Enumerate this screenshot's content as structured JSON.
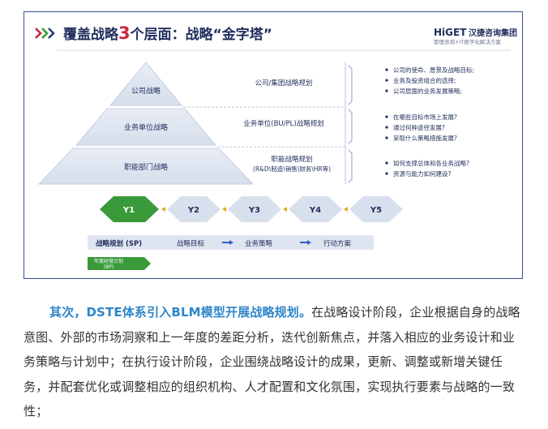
{
  "slide": {
    "title_prefix": "覆盖战略",
    "title_number": "3",
    "title_suffix": "个层面：战略“金字塔”",
    "brand_name": "HiGET",
    "brand_cn": "汉捷咨询集团",
    "brand_sub": "管理咨询+IT数字化解决方案",
    "colors": {
      "accent_green": "#3a9a3a",
      "accent_red": "#c8283c",
      "pyramid": "#dfe6f1",
      "line": "#b9c6dc"
    },
    "pyramid": [
      {
        "label": "公司战略",
        "desc": "公司/集团战略规划"
      },
      {
        "label": "业务单位战略",
        "desc": "业务单位(BU/PL)战略规划"
      },
      {
        "label": "职能部门战略",
        "desc": "职能战略规划",
        "desc2": "(R&D\\制造\\销售\\财务\\HR等)"
      }
    ],
    "bullets": [
      [
        "公司的使命、愿景及战略目标;",
        "业务及投资组合的选择;",
        "公司层面的业务发展策略;"
      ],
      [
        "在哪些目标市场上发展?",
        "通过何种途径发展?",
        "采取什么策略措施发展?"
      ],
      [
        "如何支撑总体和各业务战略?",
        "资源与能力如何建设?"
      ]
    ],
    "years": [
      "Y1",
      "Y2",
      "Y3",
      "Y4",
      "Y5"
    ],
    "plan_bar": {
      "label": "战略规划 (SP)",
      "steps": [
        "战略目标",
        "业务策略",
        "行动方案"
      ]
    },
    "annual_plan": {
      "line1": "年度经营计划",
      "line2": "(BP)"
    }
  },
  "article": {
    "lead": "其次，DSTE体系引入BLM模型开展战略规划。",
    "body": "在战略设计阶段，企业根据自身的战略意图、外部的市场洞察和上一年度的差距分析，迭代创新焦点，并落入相应的业务设计和业务策略与计划中；在执行设计阶段，企业围绕战略设计的成果，更新、调整或新增关键任务，并配套优化或调整相应的组织机构、人才配置和文化氛围，实现执行要素与战略的一致性；"
  }
}
